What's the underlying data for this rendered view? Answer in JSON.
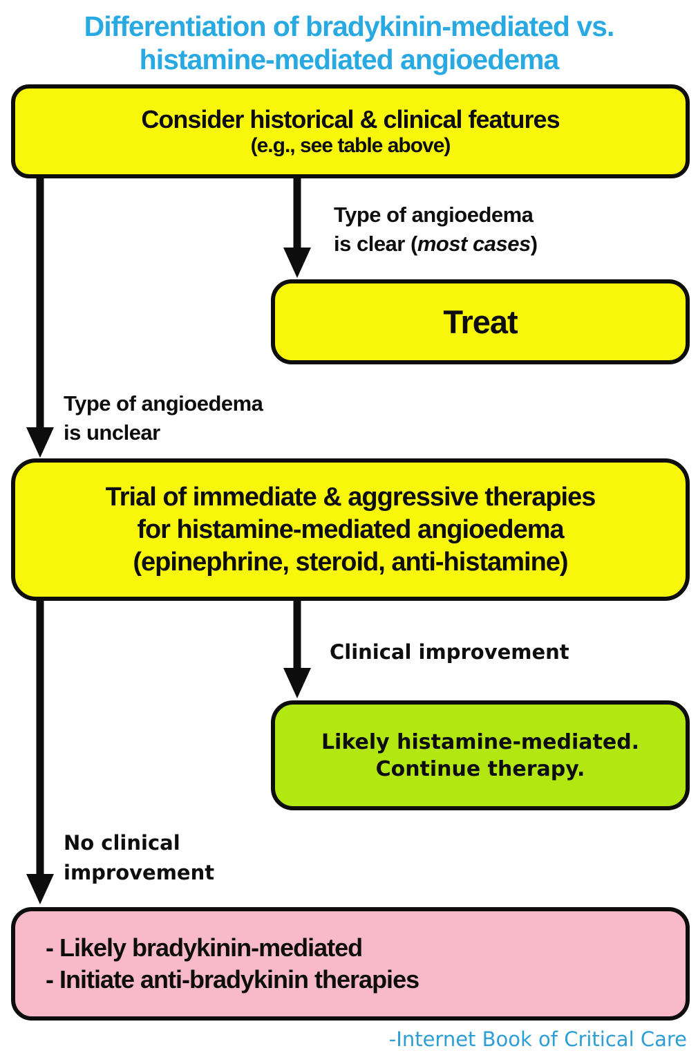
{
  "title": {
    "line1": "Differentiation of bradykinin-mediated vs.",
    "line2": "histamine-mediated angioedema"
  },
  "nodes": {
    "consider": {
      "heading": "Consider historical & clinical features",
      "subheading": "(e.g., see table above)"
    },
    "treat": {
      "label": "Treat"
    },
    "trial": {
      "line1": "Trial of immediate & aggressive therapies",
      "line2": "for histamine-mediated angioedema",
      "line3": "(epinephrine, steroid, anti-histamine)"
    },
    "histamine_continue": {
      "line1": "Likely histamine-mediated.",
      "line2": "Continue therapy."
    },
    "bradykinin": {
      "line1": "- Likely bradykinin-mediated",
      "line2": "- Initiate anti-bradykinin therapies"
    }
  },
  "edge_labels": {
    "type_clear": {
      "line1": "Type of angioedema",
      "line2_prefix": "is clear (",
      "line2_italic": "most cases",
      "line2_suffix": ")"
    },
    "type_unclear": {
      "line1": "Type of angioedema",
      "line2": "is unclear"
    },
    "clinical_improvement": {
      "label": "Clinical improvement"
    },
    "no_clinical_improvement": {
      "line1": "No clinical",
      "line2": "improvement"
    }
  },
  "footer": {
    "credit": "-Internet Book of Critical Care"
  },
  "colors": {
    "box_yellow": "#f8f60b",
    "box_green": "#b2e712",
    "box_pink": "#f8bac9",
    "title_blue": "#29a9e1",
    "line_black": "#0d0d0d"
  }
}
